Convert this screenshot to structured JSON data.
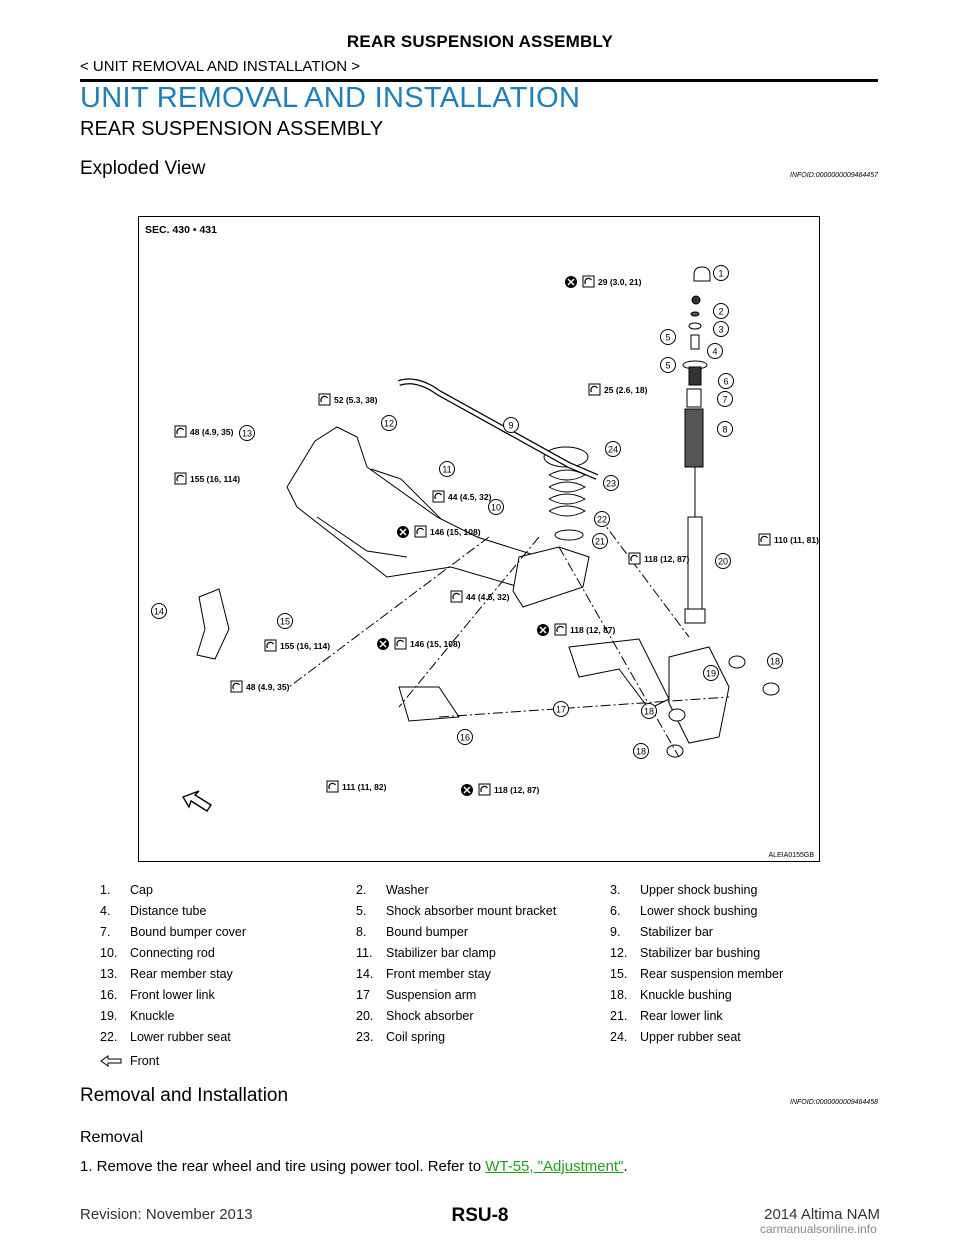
{
  "header": {
    "title": "REAR SUSPENSION ASSEMBLY",
    "subtitle": "< UNIT REMOVAL AND INSTALLATION >"
  },
  "section": {
    "h1": "UNIT REMOVAL AND INSTALLATION",
    "h2": "REAR SUSPENSION ASSEMBLY"
  },
  "exploded": {
    "title": "Exploded View",
    "infoid": "INFOID:0000000009464457"
  },
  "figure": {
    "sec_label": "SEC. 430 • 431",
    "code": "ALEIA0155GB",
    "callouts": [
      "1",
      "2",
      "3",
      "4",
      "5",
      "5",
      "6",
      "7",
      "8",
      "9",
      "10",
      "11",
      "12",
      "13",
      "14",
      "15",
      "16",
      "17",
      "18",
      "18",
      "18",
      "19",
      "20",
      "21",
      "22",
      "23",
      "24"
    ],
    "torques": [
      {
        "text": "29 (3.0, 21)",
        "replace": true
      },
      {
        "text": "25 (2.6, 18)",
        "replace": false
      },
      {
        "text": "52 (5.3, 38)",
        "replace": false
      },
      {
        "text": "48 (4.9, 35)",
        "replace": false
      },
      {
        "text": "155 (16, 114)",
        "replace": false
      },
      {
        "text": "44 (4.5, 32)",
        "replace": false
      },
      {
        "text": "146 (15, 108)",
        "replace": true
      },
      {
        "text": "118 (12, 87)",
        "replace": false
      },
      {
        "text": "110 (11, 81)",
        "replace": false
      },
      {
        "text": "44 (4.5, 32)",
        "replace": false
      },
      {
        "text": "118 (12, 87)",
        "replace": true
      },
      {
        "text": "155 (16, 114)",
        "replace": false
      },
      {
        "text": "146 (15, 108)",
        "replace": true
      },
      {
        "text": "48 (4.9, 35)",
        "replace": false
      },
      {
        "text": "111 (11, 82)",
        "replace": false
      },
      {
        "text": "118 (12, 87)",
        "replace": true
      }
    ]
  },
  "legend": {
    "rows": [
      [
        {
          "num": "1.",
          "label": "Cap"
        },
        {
          "num": "2.",
          "label": "Washer"
        },
        {
          "num": "3.",
          "label": "Upper shock bushing"
        }
      ],
      [
        {
          "num": "4.",
          "label": "Distance tube"
        },
        {
          "num": "5.",
          "label": "Shock absorber mount bracket"
        },
        {
          "num": "6.",
          "label": "Lower shock bushing"
        }
      ],
      [
        {
          "num": "7.",
          "label": "Bound bumper cover"
        },
        {
          "num": "8.",
          "label": "Bound bumper"
        },
        {
          "num": "9.",
          "label": "Stabilizer bar"
        }
      ],
      [
        {
          "num": "10.",
          "label": "Connecting rod"
        },
        {
          "num": "11.",
          "label": "Stabilizer bar clamp"
        },
        {
          "num": "12.",
          "label": "Stabilizer bar bushing"
        }
      ],
      [
        {
          "num": "13.",
          "label": "Rear member stay"
        },
        {
          "num": "14.",
          "label": "Front member stay"
        },
        {
          "num": "15.",
          "label": "Rear suspension member"
        }
      ],
      [
        {
          "num": "16.",
          "label": "Front lower link"
        },
        {
          "num": "17",
          "label": "Suspension arm"
        },
        {
          "num": "18.",
          "label": "Knuckle bushing"
        }
      ],
      [
        {
          "num": "19.",
          "label": "Knuckle"
        },
        {
          "num": "20.",
          "label": "Shock absorber"
        },
        {
          "num": "21.",
          "label": "Rear lower link"
        }
      ],
      [
        {
          "num": "22.",
          "label": "Lower rubber seat"
        },
        {
          "num": "23.",
          "label": "Coil spring"
        },
        {
          "num": "24.",
          "label": "Upper rubber seat"
        }
      ]
    ],
    "front_label": "Front"
  },
  "removal_section": {
    "title": "Removal and Installation",
    "infoid": "INFOID:0000000009464458",
    "sub": "Removal",
    "step1_prefix": "1.   Remove the rear wheel and tire using power tool. Refer to ",
    "step1_link": "WT-55, \"Adjustment\"",
    "step1_suffix": "."
  },
  "footer": {
    "revision": "Revision: November 2013",
    "page": "RSU-8",
    "model": "2014 Altima NAM",
    "watermark": "carmanualsonline.info"
  }
}
